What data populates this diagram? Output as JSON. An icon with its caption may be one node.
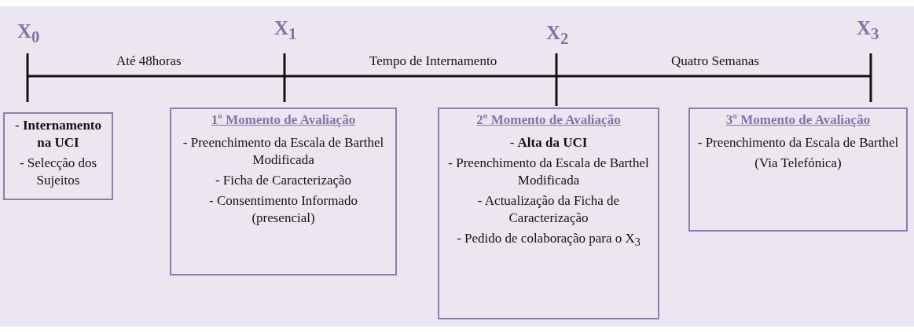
{
  "diagram": {
    "nodes": [
      {
        "text": [
          "- **Internamento na UCI**",
          "- Selecção dos Sujeitos"
        ]
      },
      {
        "text": [
          "1º Momento de Avaliação",
          "- Preenchimento da Escala de Barthel Modificada",
          "- Ficha de Caracterização",
          "- Consentimento Informado (presencial)"
        ]
      },
      {
        "text": [
          "2º Momento de Avaliação",
          "- **Alta da UCI**",
          "- Preenchimento da Escala de Barthel Modificada",
          "- Actualização da Ficha de Caracterização",
          "- Pedido de colaboração para o X$_{3}$"
        ]
      },
      {
        "text": [
          "3º Momento de Avaliação",
          "- Preenchimento da Escala de Barthel",
          "(Via Telefónica)"
        ]
      }
    ],
    "edges": [],
    "labels": [
      "X$_{0}$",
      "X$_{1}$",
      "X$_{2}$",
      "X$_{3}$",
      "Até 48horas",
      "Tempo de Internamento",
      "Quatro Semanas"
    ]
  }
}
